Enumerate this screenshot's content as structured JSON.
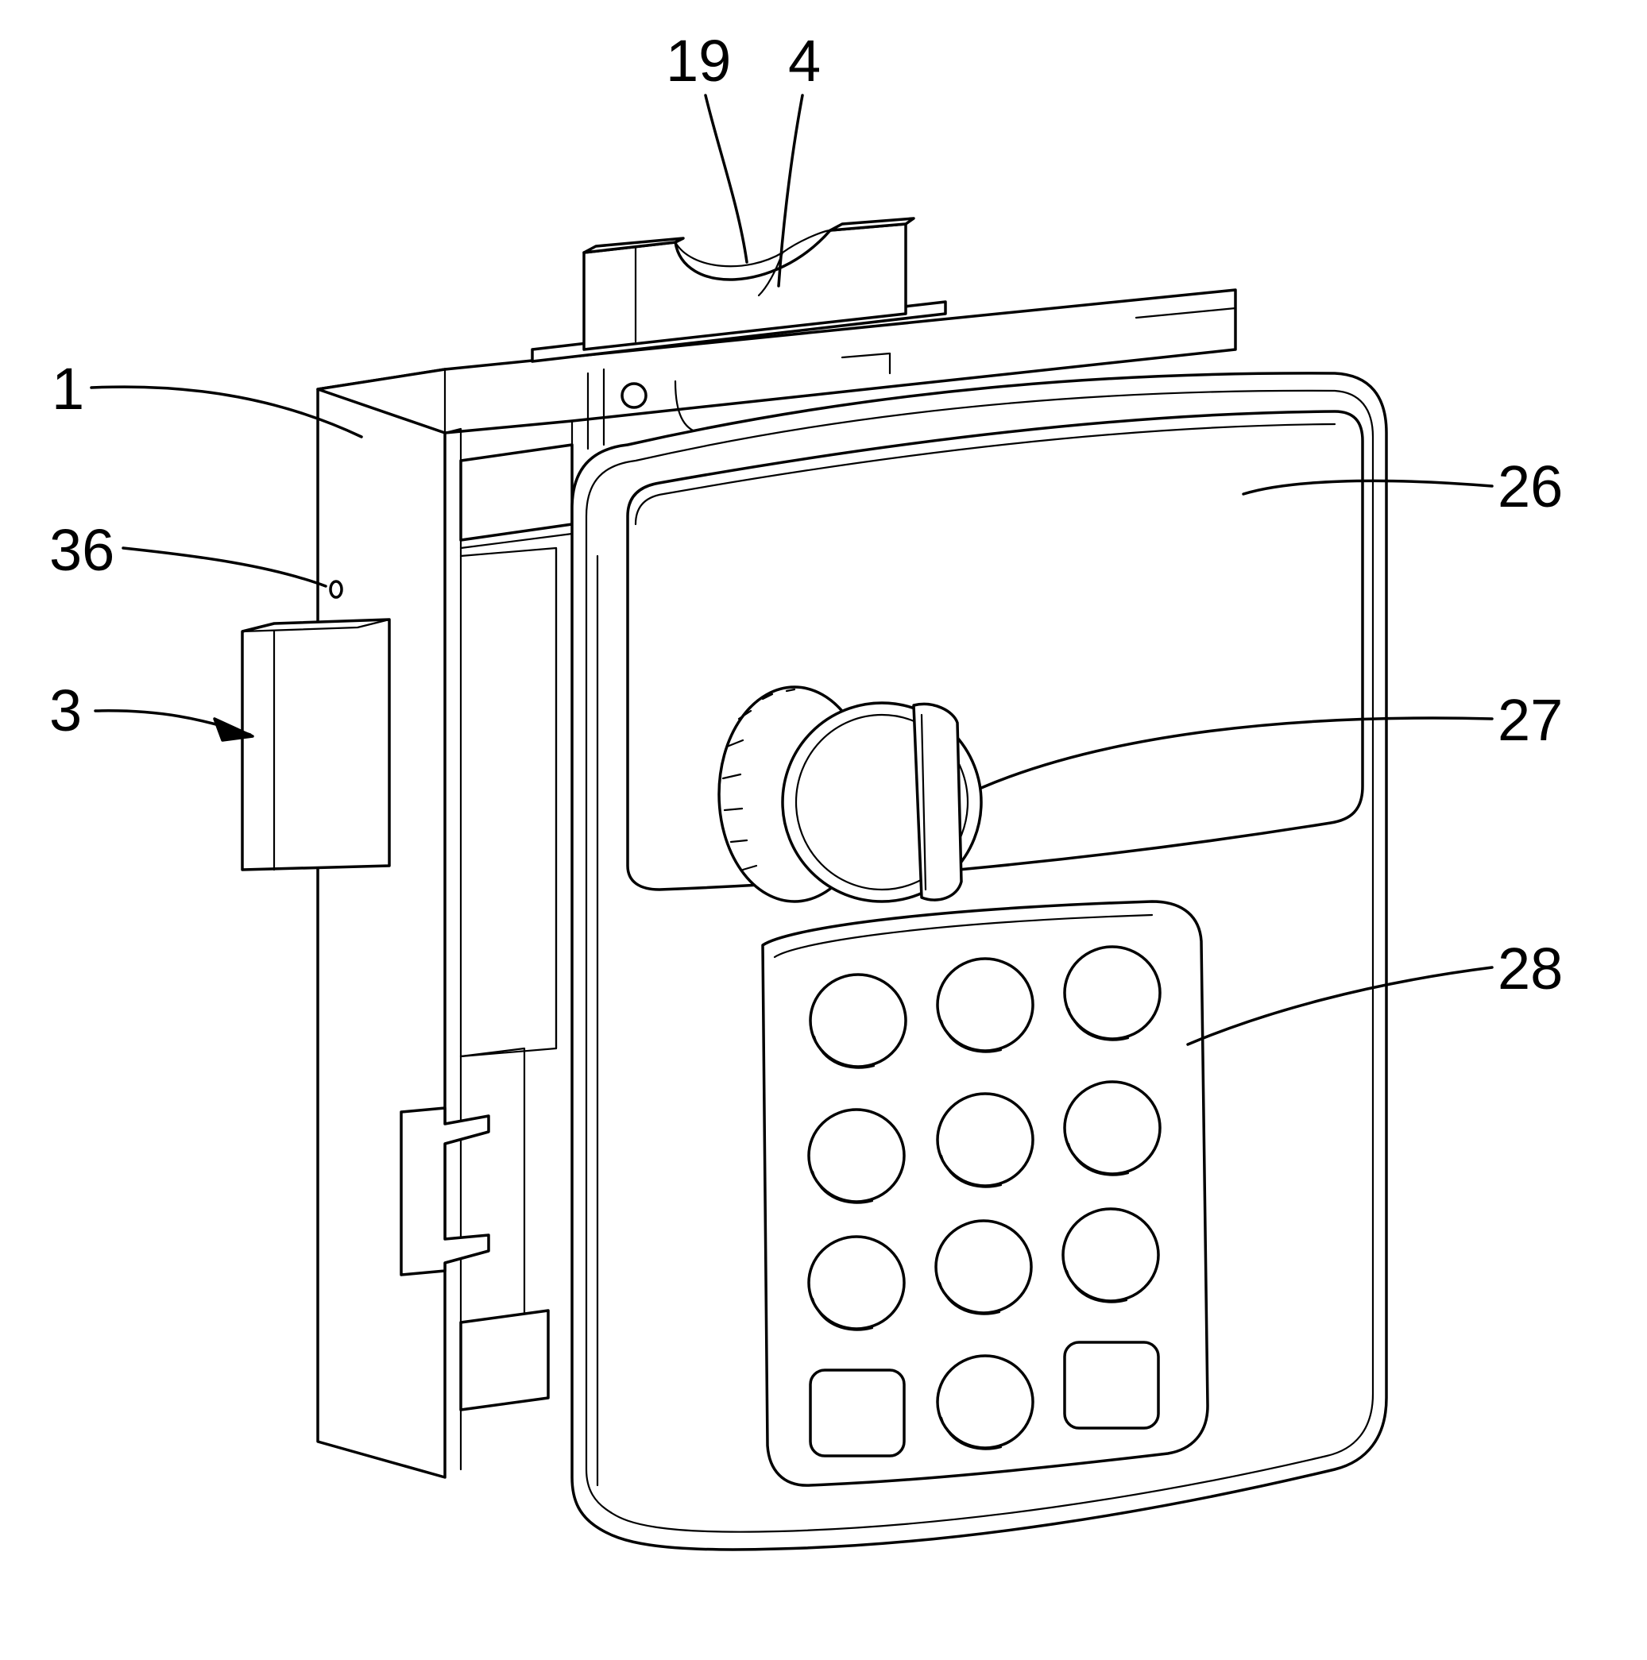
{
  "figure": {
    "line_color": "#000000",
    "background": "#ffffff",
    "labels": {
      "lock_housing": "1",
      "bolt_opening": "19",
      "bolt": "4",
      "indicator_hole": "36",
      "latch_block": "3",
      "front_cover": "26",
      "knob": "27",
      "keypad": "28"
    },
    "keypad": {
      "rows": 4,
      "columns": 3,
      "bottom_row_shapes": [
        "square",
        "round",
        "square"
      ]
    }
  }
}
